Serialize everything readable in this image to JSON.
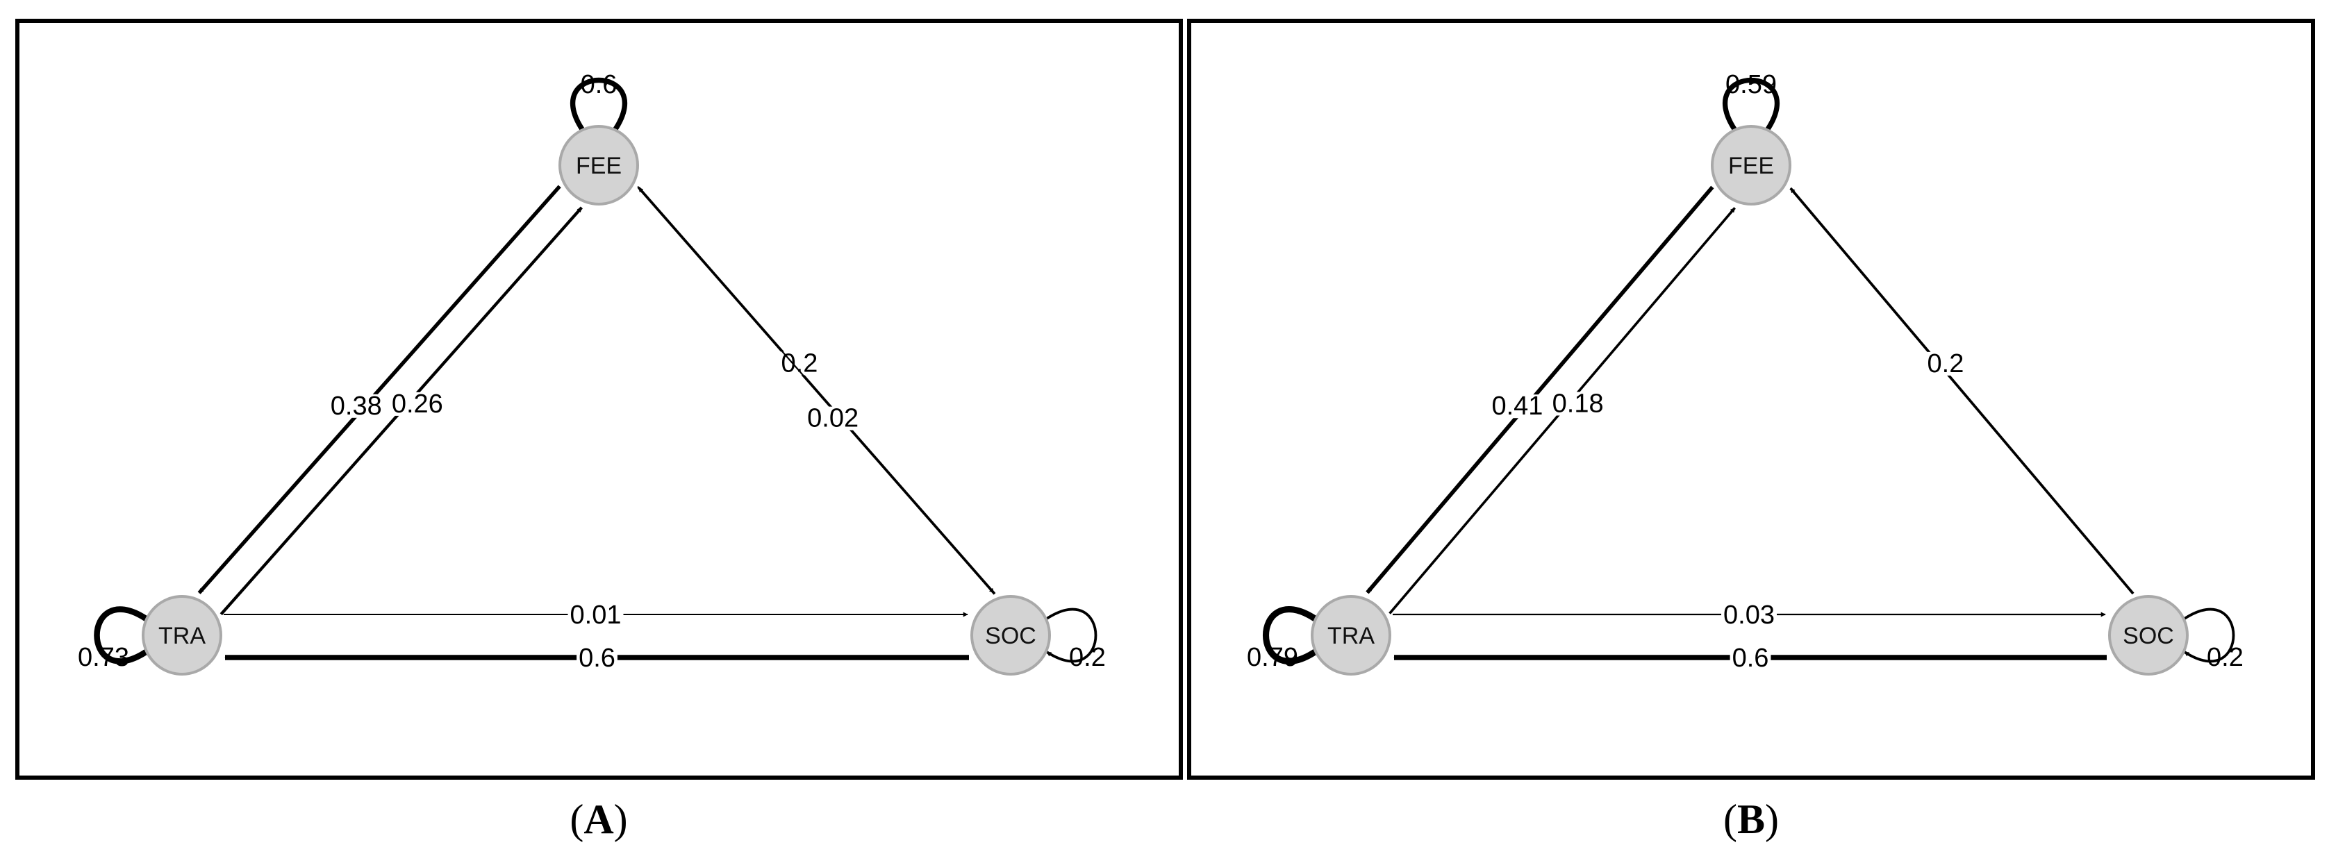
{
  "figure": {
    "panels": [
      {
        "id": "A",
        "caption_open": "(",
        "caption_letter": "A",
        "caption_close": ")",
        "nodes": [
          {
            "id": "FEE",
            "label": "FEE"
          },
          {
            "id": "TRA",
            "label": "TRA"
          },
          {
            "id": "SOC",
            "label": "SOC"
          }
        ],
        "edges": [
          {
            "from": "FEE",
            "to": "FEE",
            "weight": 0.6,
            "label": "0.6"
          },
          {
            "from": "TRA",
            "to": "TRA",
            "weight": 0.73,
            "label": "0.73"
          },
          {
            "from": "SOC",
            "to": "SOC",
            "weight": 0.2,
            "label": "0.2"
          },
          {
            "from": "FEE",
            "to": "TRA",
            "weight": 0.38,
            "label": "0.38"
          },
          {
            "from": "TRA",
            "to": "FEE",
            "weight": 0.26,
            "label": "0.26"
          },
          {
            "from": "SOC",
            "to": "FEE",
            "weight": 0.2,
            "label": "0.2"
          },
          {
            "from": "FEE",
            "to": "SOC",
            "weight": 0.02,
            "label": "0.02"
          },
          {
            "from": "SOC",
            "to": "TRA",
            "weight": 0.6,
            "label": "0.6"
          },
          {
            "from": "TRA",
            "to": "SOC",
            "weight": 0.01,
            "label": "0.01"
          }
        ]
      },
      {
        "id": "B",
        "caption_open": "(",
        "caption_letter": "B",
        "caption_close": ")",
        "nodes": [
          {
            "id": "FEE",
            "label": "FEE"
          },
          {
            "id": "TRA",
            "label": "TRA"
          },
          {
            "id": "SOC",
            "label": "SOC"
          }
        ],
        "edges": [
          {
            "from": "FEE",
            "to": "FEE",
            "weight": 0.59,
            "label": "0.59"
          },
          {
            "from": "TRA",
            "to": "TRA",
            "weight": 0.79,
            "label": "0.79"
          },
          {
            "from": "SOC",
            "to": "SOC",
            "weight": 0.2,
            "label": "0.2"
          },
          {
            "from": "FEE",
            "to": "TRA",
            "weight": 0.41,
            "label": "0.41"
          },
          {
            "from": "TRA",
            "to": "FEE",
            "weight": 0.18,
            "label": "0.18"
          },
          {
            "from": "SOC",
            "to": "FEE",
            "weight": 0.2,
            "label": "0.2"
          },
          {
            "from": "SOC",
            "to": "TRA",
            "weight": 0.6,
            "label": "0.6"
          },
          {
            "from": "TRA",
            "to": "SOC",
            "weight": 0.03,
            "label": "0.03"
          }
        ]
      }
    ],
    "colors": {
      "node_fill": "#d3d3d3",
      "node_border": "#a9a9a9",
      "edge": "#000000",
      "frame": "#000000",
      "background": "#ffffff"
    }
  }
}
